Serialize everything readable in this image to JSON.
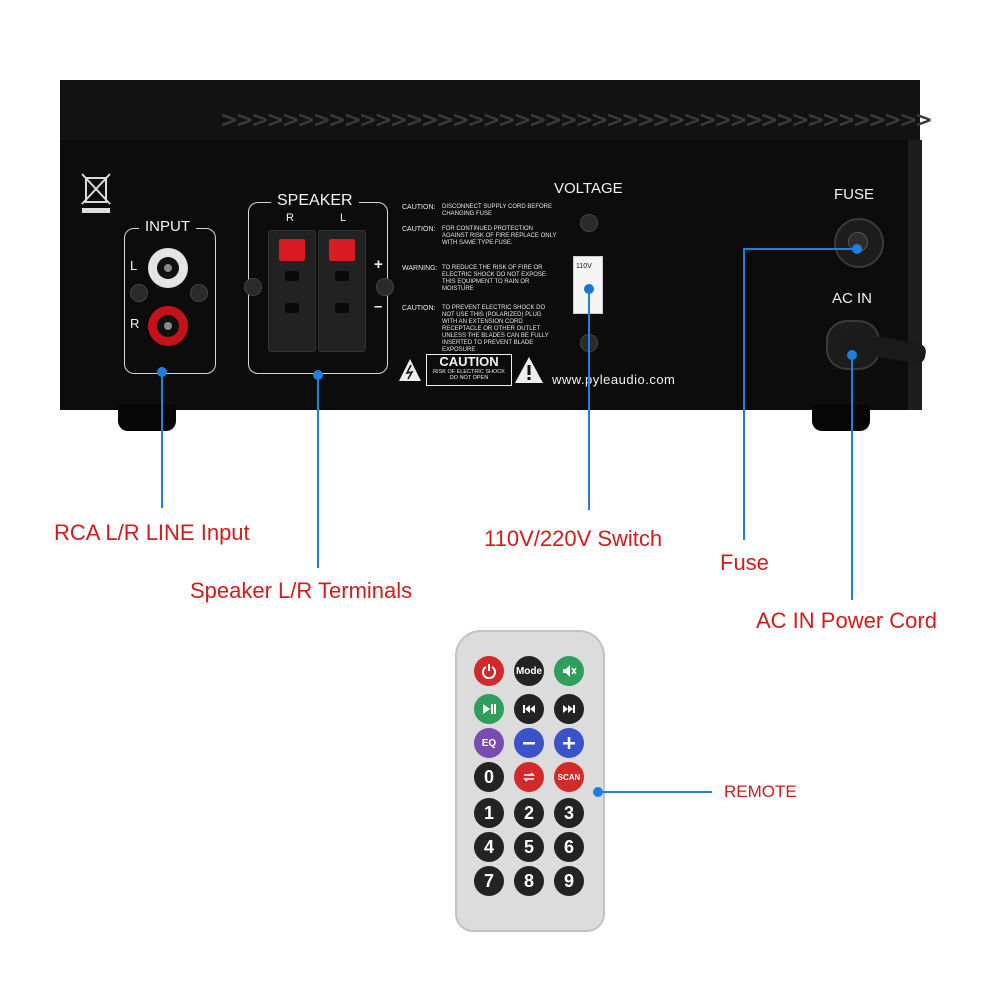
{
  "device": {
    "input_label": "INPUT",
    "input_left": "L",
    "input_right": "R",
    "speaker_label": "SPEAKER",
    "speaker_right": "R",
    "speaker_left": "L",
    "plus": "+",
    "minus": "–",
    "voltage_label": "VOLTAGE",
    "switch_value": "110V",
    "fuse_label": "FUSE",
    "acin_label": "AC IN",
    "website": "www.pyleaudio.com",
    "caution_title": "CAUTION",
    "caution_sub1": "RISK OF ELECTRIC SHOCK",
    "caution_sub2": "DO NOT OPEN",
    "warnings": [
      {
        "label": "CAUTION:",
        "text": "DISCONNECT SUPPLY CORD BEFORE CHANGING FUSE"
      },
      {
        "label": "CAUTION:",
        "text": "FOR CONTINUED PROTECTION AGAINST RISK OF FIRE REPLACE ONLY WITH SAME TYPE FUSE."
      },
      {
        "label": "WARNING:",
        "text": "TO REDUCE THE RISK OF FIRE OR ELECTRIC SHOCK DO NOT EXPOSE THIS EQUIPMENT TO RAIN OR MOISTURE"
      },
      {
        "label": "CAUTION:",
        "text": "TO PREVENT ELECTRIC SHOCK DO NOT USE THIS (POLARIZED) PLUG WITH AN EXTENSION CORD RECEPTACLE OR OTHER OUTLET UNLESS THE BLADES CAN BE FULLY INSERTED TO PREVENT BLADE EXPOSURE"
      }
    ]
  },
  "callouts": {
    "rca": "RCA L/R LINE Input",
    "speaker": "Speaker L/R Terminals",
    "switch": "110V/220V Switch",
    "fuse": "Fuse",
    "acin": "AC IN Power Cord",
    "remote": "REMOTE"
  },
  "remote": {
    "mode": "Mode",
    "eq": "EQ",
    "scan": "SCAN",
    "digits": [
      "0",
      "1",
      "2",
      "3",
      "4",
      "5",
      "6",
      "7",
      "8",
      "9"
    ]
  },
  "colors": {
    "callout_text": "#d61a1a",
    "callout_line": "#1f7fe0"
  }
}
